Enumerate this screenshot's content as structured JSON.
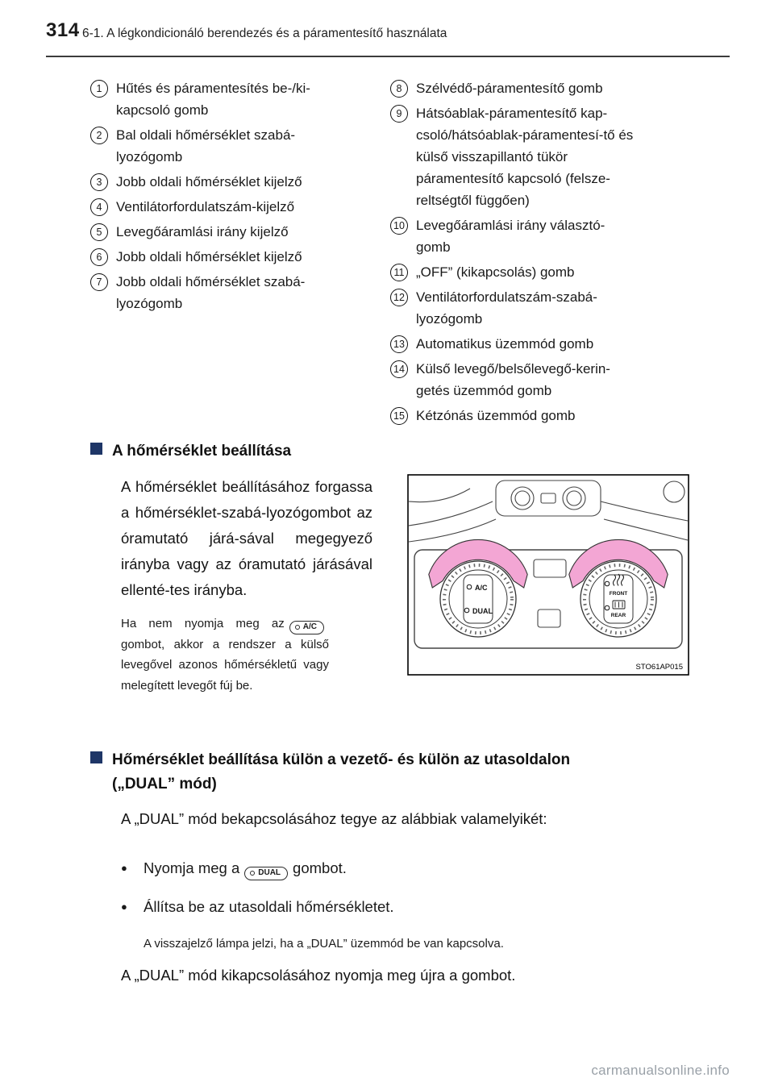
{
  "header": {
    "page_number": "314",
    "chapter_title": "6-1. A légkondicionáló berendezés és a páramentesítő használata"
  },
  "legend": {
    "left": [
      {
        "num": "1",
        "text": "Hűtés és páramentesítés be-/ki-kapcsoló gomb"
      },
      {
        "num": "2",
        "text": "Bal oldali hőmérséklet szabá-lyozógomb"
      },
      {
        "num": "3",
        "text": "Jobb oldali hőmérséklet kijelző"
      },
      {
        "num": "4",
        "text": "Ventilátorfordulatszám-kijelző"
      },
      {
        "num": "5",
        "text": "Levegőáramlási irány kijelző"
      },
      {
        "num": "6",
        "text": "Jobb oldali hőmérséklet kijelző"
      },
      {
        "num": "7",
        "text": "Jobb oldali hőmérséklet szabá-lyozógomb"
      }
    ],
    "right": [
      {
        "num": "8",
        "text": "Szélvédő-páramentesítő gomb"
      },
      {
        "num": "9",
        "text": "Hátsóablak-páramentesítő kap-csoló/hátsóablak-páramentesí-tő és külső visszapillantó tükör páramentesítő kapcsoló (felsze-reltségtől függően)"
      },
      {
        "num": "10",
        "text": "Levegőáramlási irány választó-gomb"
      },
      {
        "num": "11",
        "text": "„OFF” (kikapcsolás) gomb"
      },
      {
        "num": "12",
        "text": "Ventilátorfordulatszám-szabá-lyozógomb"
      },
      {
        "num": "13",
        "text": "Automatikus üzemmód gomb"
      },
      {
        "num": "14",
        "text": "Külső levegő/belsőlevegő-kerin-getés üzemmód gomb"
      },
      {
        "num": "15",
        "text": "Kétzónás üzemmód gomb"
      }
    ]
  },
  "section_temperature": {
    "heading": "A hőmérséklet beállítása",
    "paragraph": "A hőmérséklet beállításához forgassa a hőmérséklet-szabá-lyozógombot az óramutató járá-sával megegyező irányba vagy az óramutató járásával ellenté-tes irányba.",
    "note_before_icon": "Ha nem nyomja meg az",
    "note_icon_label": "A/C",
    "note_after_icon": "gombot, akkor a rendszer a külső levegővel azonos hőmérsékletű vagy melegített levegőt fúj be.",
    "figure": {
      "code": "STO61AP015",
      "left_knob_top_label": "A/C",
      "left_knob_bottom_label": "DUAL",
      "right_knob_top_label": "FRONT",
      "right_knob_bottom_label": "REAR"
    }
  },
  "section_dual": {
    "heading_line1": "Hőmérséklet beállítása külön a vezető- és külön az utasoldalon",
    "heading_line2": "(„DUAL” mód)",
    "intro": "A „DUAL” mód bekapcsolásához tegye az alábbiak valamelyikét:",
    "bullet1_before_icon": "Nyomja meg a",
    "bullet1_icon_label": "DUAL",
    "bullet1_after_icon": "gombot.",
    "bullet2": "Állítsa be az utasoldali hőmérsékletet.",
    "note": "A visszajelző lámpa jelzi, ha a „DUAL” üzemmód be van kapcsolva.",
    "closing": "A „DUAL” mód kikapcsolásához nyomja meg újra a gombot."
  },
  "watermark": "carmanualsonline.info",
  "colors": {
    "section_marker": "#1e3667",
    "arrow_pink": "#f3a6d4"
  }
}
